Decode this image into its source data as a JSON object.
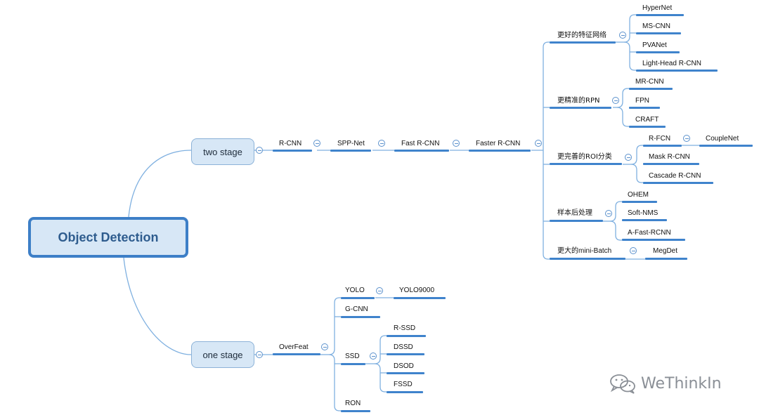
{
  "colors": {
    "accent": "#3f83cc",
    "root_fill": "#d7e7f6",
    "root_border": "#3d7fc7",
    "line": "#7fb0e0"
  },
  "diagram": {
    "root": "Object Detection",
    "two_stage": {
      "label": "two stage",
      "chain": [
        "R-CNN",
        "SPP-Net",
        "Fast R-CNN",
        "Faster R-CNN"
      ],
      "groups": [
        {
          "label": "更好的特征网络",
          "items": [
            "HyperNet",
            "MS-CNN",
            "PVANet",
            "Light-Head R-CNN"
          ]
        },
        {
          "label": "更精准的RPN",
          "items": [
            "MR-CNN",
            "FPN",
            "CRAFT"
          ]
        },
        {
          "label": "更完善的ROI分类",
          "items": [
            "R-FCN",
            "Mask R-CNN",
            "Cascade R-CNN"
          ],
          "sub": "CoupleNet"
        },
        {
          "label": "样本后处理",
          "items": [
            "OHEM",
            "Soft-NMS",
            "A-Fast-RCNN"
          ]
        },
        {
          "label": "更大的mini-Batch",
          "items": [
            "MegDet"
          ]
        }
      ]
    },
    "one_stage": {
      "label": "one stage",
      "node": "OverFeat",
      "children": [
        {
          "label": "YOLO",
          "sub": "YOLO9000"
        },
        {
          "label": "G-CNN"
        },
        {
          "label": "SSD",
          "items": [
            "R-SSD",
            "DSSD",
            "DSOD",
            "FSSD"
          ]
        },
        {
          "label": "RON"
        }
      ]
    }
  },
  "watermark": {
    "text": "WeThinkIn",
    "icon": "wechat-icon"
  }
}
